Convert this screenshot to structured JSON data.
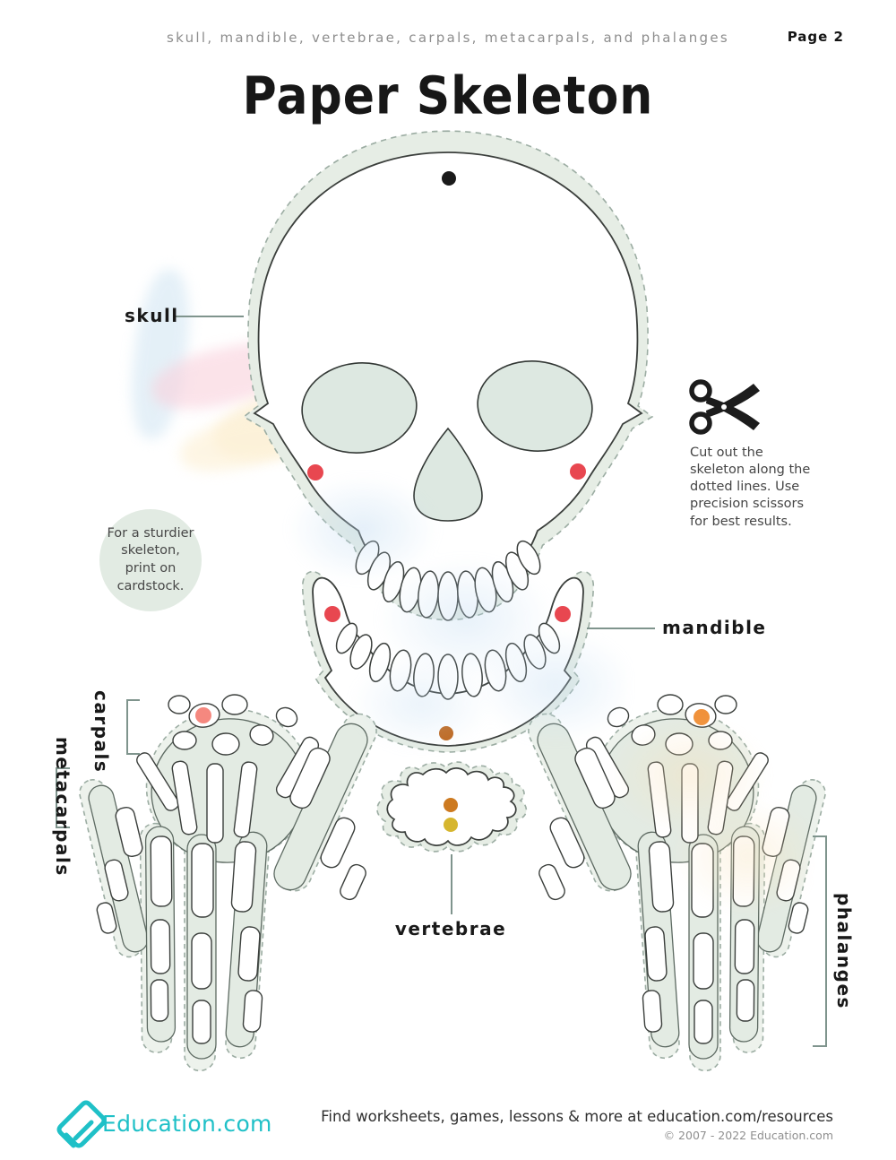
{
  "header": {
    "subtitle": "skull, mandible, vertebrae, carpals, metacarpals, and phalanges",
    "page_label": "Page 2",
    "title": "Paper Skeleton"
  },
  "labels": {
    "skull": "skull",
    "mandible": "mandible",
    "vertebrae": "vertebrae",
    "carpals": "carpals",
    "metacarpals": "metacarpals",
    "phalanges": "phalanges"
  },
  "instructions": {
    "cut_note": "Cut out the skeleton along the dotted lines. Use precision scissors for best results.",
    "cardstock_note": "For a sturdier skeleton, print on cardstock."
  },
  "footer": {
    "brand": "Education.com",
    "resources_text": "Find worksheets, games, lessons & more at education.com/resources",
    "copyright": "© 2007 - 2022 Education.com"
  },
  "dot_colors": {
    "black": "#1a1a1a",
    "red": "#e84750",
    "salmon": "#f5887f",
    "orange": "#f0913a",
    "brown": "#bf671d",
    "rust": "#cd7a20",
    "gold": "#d6b62f"
  },
  "colors": {
    "accent_teal": "#1fc0c7",
    "piece_margin_fill": "#e6ede5",
    "hand_fill": "#e3ebe3",
    "dash_line": "#9cada3",
    "solid_line": "#3b3f3c",
    "leader_line": "#7f948d"
  }
}
